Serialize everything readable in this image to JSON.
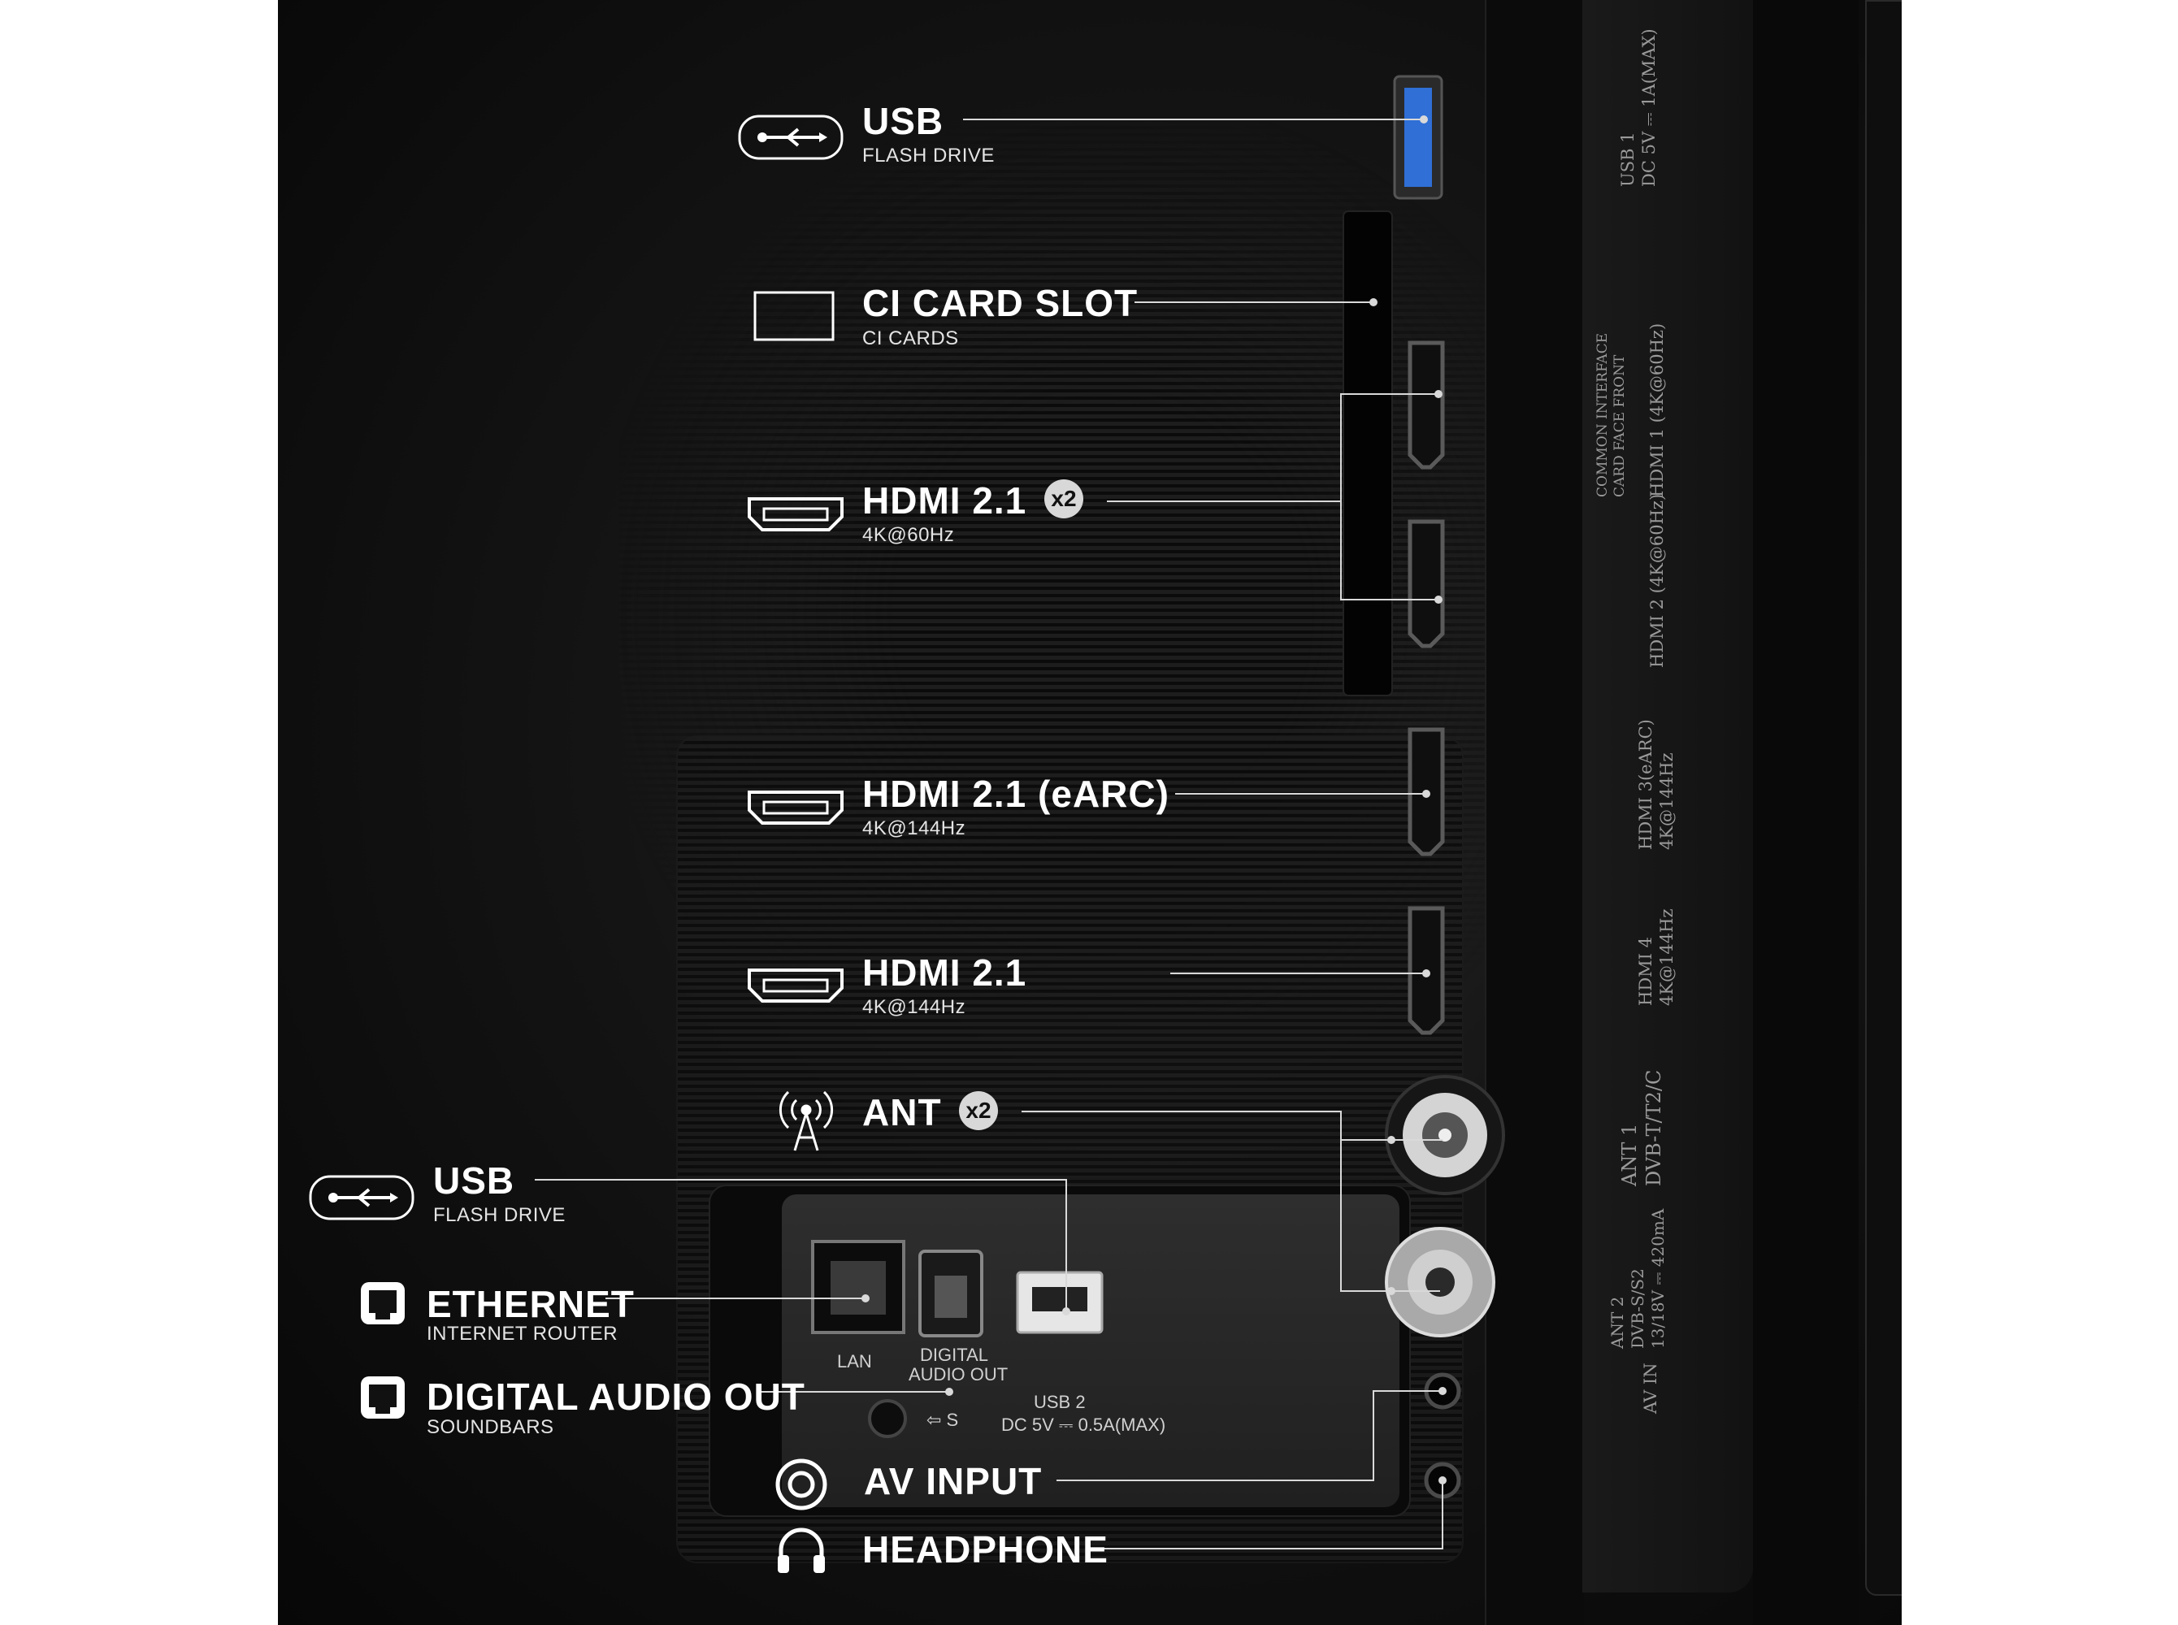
{
  "annotations": {
    "usb_top": {
      "title": "USB",
      "sub": "FLASH DRIVE"
    },
    "ci_slot": {
      "title": "CI CARD SLOT",
      "sub": "CI CARDS"
    },
    "hdmi_a": {
      "title": "HDMI 2.1",
      "badge": "x2",
      "sub": "4K@60Hz"
    },
    "hdmi_earc": {
      "title": "HDMI 2.1 (eARC)",
      "sub": "4K@144Hz"
    },
    "hdmi_b": {
      "title": "HDMI 2.1",
      "sub": "4K@144Hz"
    },
    "ant": {
      "title": "ANT",
      "badge": "x2"
    },
    "usb_side": {
      "title": "USB",
      "sub": "FLASH DRIVE"
    },
    "ethernet": {
      "title": "ETHERNET",
      "sub": "INTERNET ROUTER"
    },
    "digital_audio": {
      "title": "DIGITAL AUDIO OUT",
      "sub": "SOUNDBARS"
    },
    "av_input": {
      "title": "AV INPUT"
    },
    "headphone": {
      "title": "HEADPHONE"
    }
  },
  "bay_labels": {
    "lan": "LAN",
    "digital_audio_1": "DIGITAL",
    "digital_audio_2": "AUDIO OUT",
    "usb2": "USB 2",
    "usb2_power": "DC 5V ⎓ 0.5A(MAX)",
    "s_label": "⇦ S"
  },
  "panel_labels": {
    "usb1": "USB 1",
    "usb1_power": "DC 5V ⎓ 1A(MAX)",
    "ci_1": "COMMON INTERFACE",
    "ci_2": "CARD FACE FRONT",
    "hdmi1": "HDMI 1 (4K@60Hz)",
    "hdmi2": "HDMI 2 (4K@60Hz)",
    "hdmi3_1": "HDMI 3(eARC)",
    "hdmi3_2": "4K@144Hz",
    "hdmi4_1": "HDMI 4",
    "hdmi4_2": "4K@144Hz",
    "ant1_1": "ANT 1",
    "ant1_2": "DVB-T/T2/C",
    "ant2_1": "ANT 2",
    "ant2_2": "DVB-S/S2",
    "ant2_3": "13/18V ⎓ 420mA",
    "av_in": "AV IN"
  },
  "icons": {
    "usb": "usb-icon",
    "card": "ci-card-icon",
    "hdmi": "hdmi-icon",
    "antenna": "antenna-icon",
    "ethernet": "ethernet-icon",
    "optical": "optical-audio-icon",
    "av": "av-input-icon",
    "headphone": "headphone-icon"
  },
  "colors": {
    "background": "#0d0d0d",
    "text": "#ffffff",
    "usb3_port": "#2f6fd6",
    "leader_line": "#d9d9d9",
    "badge": "#d8d8d8"
  }
}
